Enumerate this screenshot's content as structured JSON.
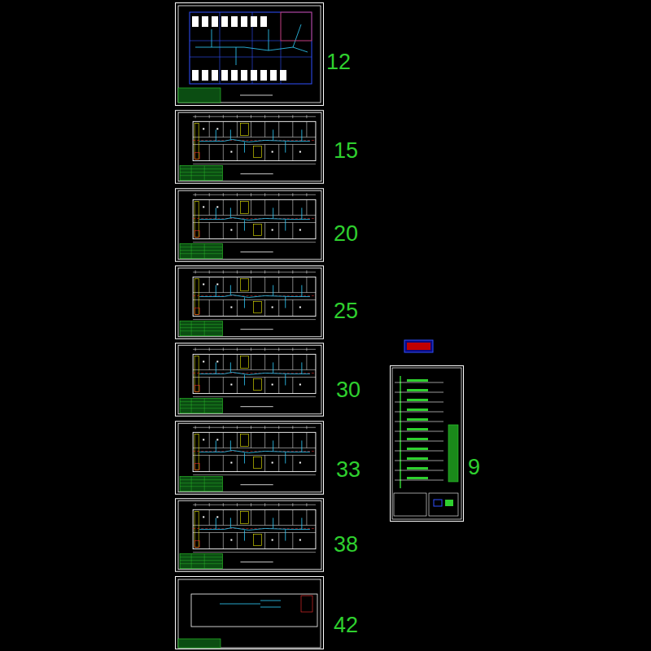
{
  "diagram": {
    "labels": [
      "12",
      "15",
      "20",
      "25",
      "30",
      "33",
      "38",
      "42",
      "9"
    ]
  }
}
